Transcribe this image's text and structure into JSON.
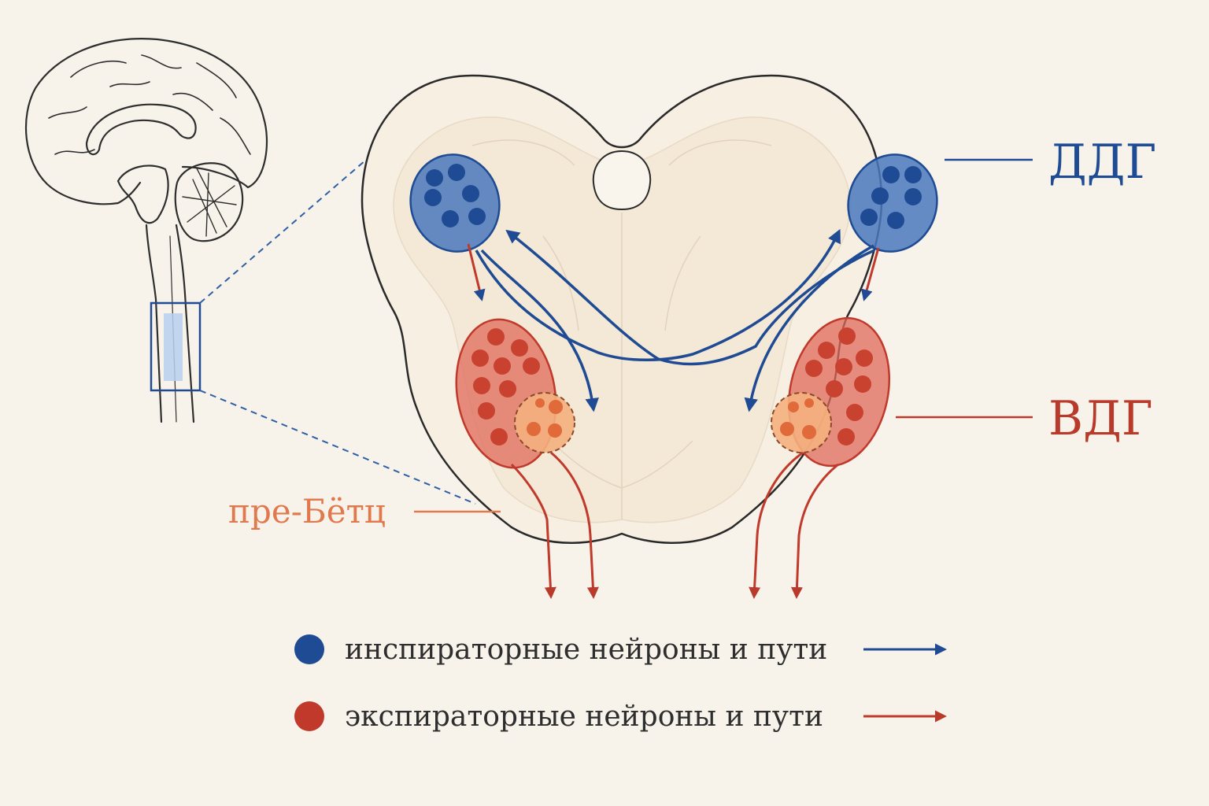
{
  "labels": {
    "dorsal_group": "ДДГ",
    "ventral_group": "ВДГ",
    "pre_botzinger": "пре-Бётц"
  },
  "legend": {
    "inspiratory": "инспираторные нейроны и пути",
    "expiratory": "экспираторные нейроны и пути"
  },
  "colors": {
    "inspiratory": "#1e4b93",
    "expiratory": "#b83a2a",
    "pre_botzinger": "#e07a4e",
    "background": "#f8f3ea"
  }
}
